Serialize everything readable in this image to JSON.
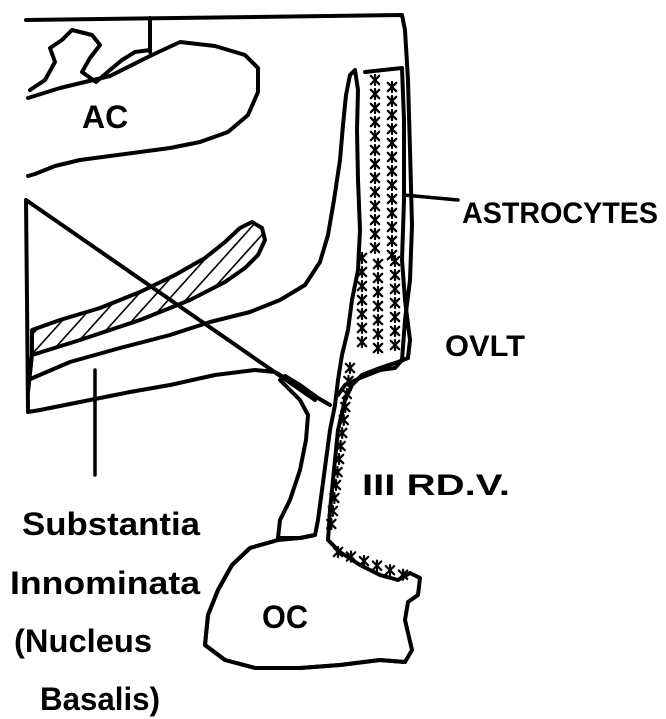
{
  "figure": {
    "labels": {
      "ac": "AC",
      "astrocytes": "ASTROCYTES",
      "ovlt": "OVLT",
      "third_ventricle": "III RD.V.",
      "oc": "OC",
      "substantia_line1": "Substantia",
      "substantia_line2": "Innominata",
      "substantia_line3": "(Nucleus",
      "substantia_line4": "Basalis)"
    }
  }
}
